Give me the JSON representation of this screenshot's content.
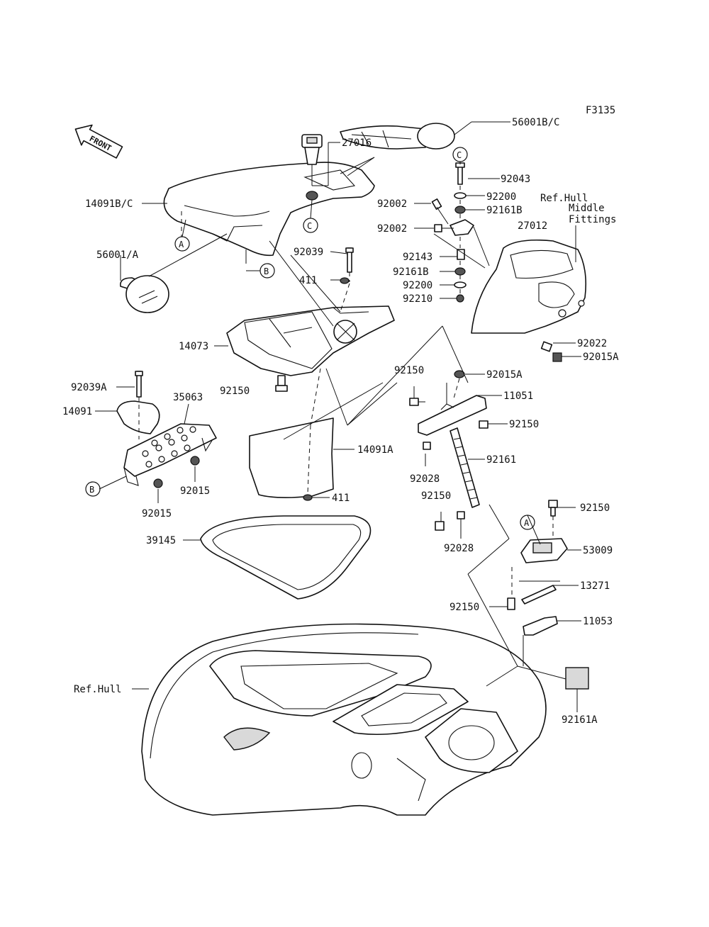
{
  "diagram_code": "F3135",
  "front_label": "FRONT",
  "ref_markers": {
    "a": "A",
    "b": "B",
    "c": "C"
  },
  "labels": {
    "p56001bc": "56001B/C",
    "p27016": "27016",
    "p14091bc": "14091B/C",
    "p92043": "92043",
    "p92200a": "92200",
    "p92002a": "92002",
    "p92161ba": "92161B",
    "p92002b": "92002",
    "p27012": "27012",
    "ref_hull_middle": "Ref.Hull",
    "ref_hull_middle_2": "Middle",
    "ref_hull_middle_3": "Fittings",
    "p56001a": "56001/A",
    "p92039": "92039",
    "p92143": "92143",
    "p92161bb": "92161B",
    "p411a": "411",
    "p92200b": "92200",
    "p92210": "92210",
    "p14073": "14073",
    "p92022": "92022",
    "p92015aa": "92015A",
    "p92150a": "92150",
    "p92015ab": "92015A",
    "p92039a": "92039A",
    "p35063": "35063",
    "p92150b": "92150",
    "p11051": "11051",
    "p14091": "14091",
    "p92150c": "92150",
    "p14091a": "14091A",
    "p92161": "92161",
    "p92015b": "92015",
    "p92028a": "92028",
    "p92015c": "92015",
    "p92150d": "92150",
    "p411b": "411",
    "p92150e": "92150",
    "p39145": "39145",
    "p92028b": "92028",
    "p53009": "53009",
    "p13271": "13271",
    "p92150f": "92150",
    "p11053": "11053",
    "ref_hull": "Ref.Hull",
    "p92161a": "92161A"
  }
}
